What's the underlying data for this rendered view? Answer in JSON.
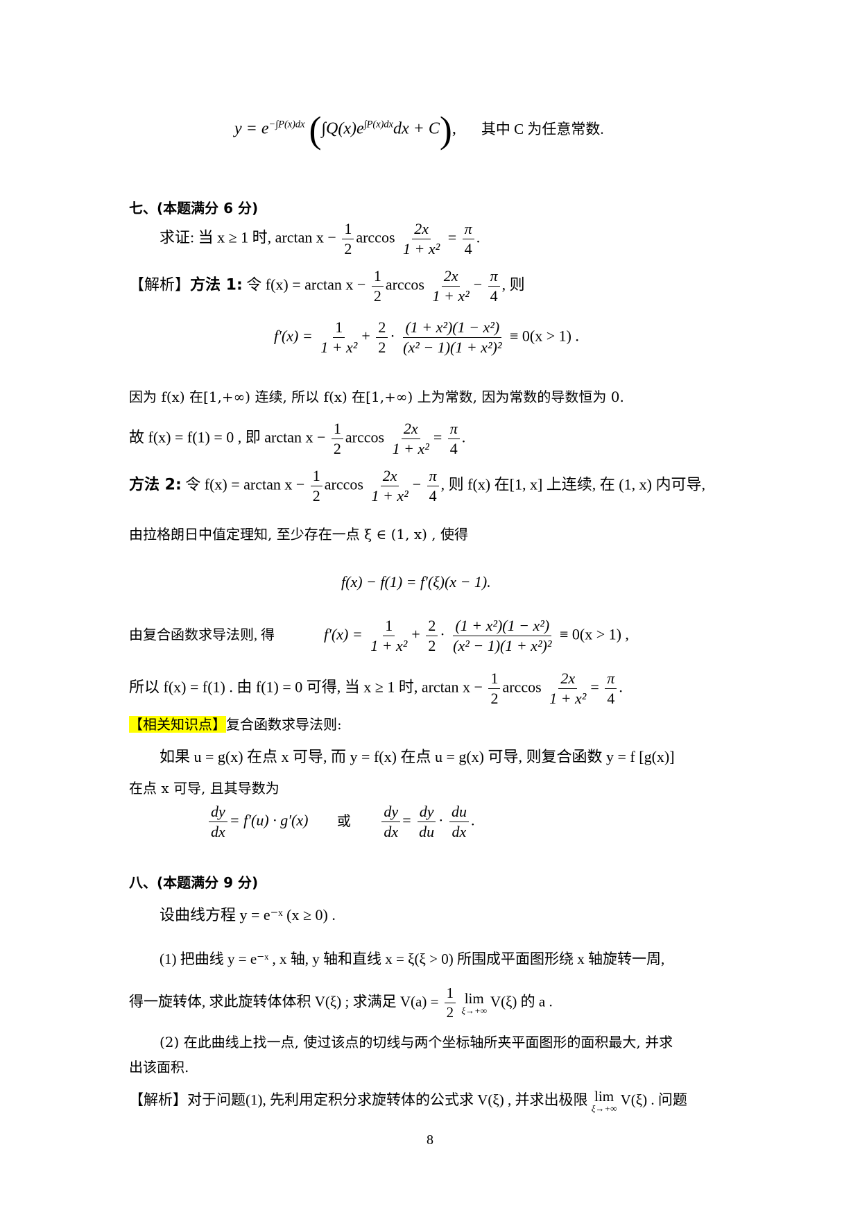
{
  "formula_top": {
    "lhs": "y = e",
    "exp": "−∫P(x)dx",
    "inner": "∫Q(x)e",
    "inner_exp": "∫P(x)dx",
    "tail": "dx + C",
    "note": "其中 C 为任意常数."
  },
  "q7": {
    "heading": "七、(本题满分 6 分)",
    "statement_prefix": "求证: 当 x ≥ 1 时, arctan x −",
    "half_num": "1",
    "half_den": "2",
    "arccos": "arccos",
    "frac2x_num": "2x",
    "frac2x_den": "1 + x²",
    "pi_num": "π",
    "pi_den": "4",
    "eq": "=",
    "period": ".",
    "analysis_label": "【解析】",
    "method1_label": "方法 1:",
    "method1_text": "令 f(x) = arctan x −",
    "then": ", 则",
    "derivative_lhs": "f′(x) =",
    "d_frac1_num": "1",
    "d_frac1_den": "1 + x²",
    "d_plus": "+",
    "d_frac2_num": "2",
    "d_frac2_den": "2",
    "d_frac3_num": "(1 + x²)(1 − x²)",
    "d_frac3_den": "(x² − 1)(1 + x²)²",
    "d_tail": "≡ 0(x > 1) .",
    "d_tail2": "≡ 0(x > 1) ,",
    "continuous_line": "因为 f(x) 在[1,+∞) 连续, 所以 f(x) 在[1,+∞) 上为常数, 因为常数的导数恒为 0.",
    "therefore_prefix": "故 f(x) = f(1) = 0 , 即 arctan x −",
    "method2_label": "方法 2:",
    "method2_text": "令 f(x) = arctan x −",
    "method2_tail": ", 则 f(x) 在[1, x] 上连续, 在 (1, x) 内可导,",
    "lagrange_line": "由拉格朗日中值定理知, 至少存在一点 ξ ∈ (1, x) , 使得",
    "mvt_formula": "f(x) − f(1) = f′(ξ)(x − 1).",
    "chain_rule_prefix": "由复合函数求导法则, 得",
    "conclusion_prefix": "所以 f(x) = f(1) . 由 f(1) = 0 可得, 当 x ≥ 1 时, arctan x −",
    "knowledge_label": "【相关知识点】",
    "knowledge_title": "复合函数求导法则:",
    "knowledge_line1": "如果 u = g(x) 在点 x 可导, 而 y = f(x) 在点 u = g(x) 可导, 则复合函数 y = f [g(x)]",
    "knowledge_line2": "在点 x 可导, 且其导数为",
    "dydx": "dy",
    "dx": "dx",
    "du": "du",
    "chain_formula1": "= f′(u) · g′(x)",
    "or": "或",
    "highlight_color": "#ffff00"
  },
  "q8": {
    "heading": "八、(本题满分 9 分)",
    "curve": "设曲线方程 y = e⁻ˣ (x ≥ 0) .",
    "part1_line1": "(1)  把曲线 y = e⁻ˣ , x 轴, y 轴和直线 x = ξ(ξ > 0) 所围成平面图形绕 x 轴旋转一周,",
    "part1_line2_prefix": "得一旋转体, 求此旋转体体积 V(ξ) ; 求满足 V(a) =",
    "lim": "lim",
    "lim_sub": "ξ→+∞",
    "part1_line2_suffix": "V(ξ) 的 a .",
    "part2_line1": "(2)  在此曲线上找一点, 使过该点的切线与两个坐标轴所夹平面图形的面积最大, 并求",
    "part2_line2": "出该面积.",
    "analysis_prefix": "【解析】对于问题(1), 先利用定积分求旋转体的公式求 V(ξ) , 并求出极限",
    "analysis_suffix": "V(ξ) . 问题"
  },
  "page_number": "8"
}
